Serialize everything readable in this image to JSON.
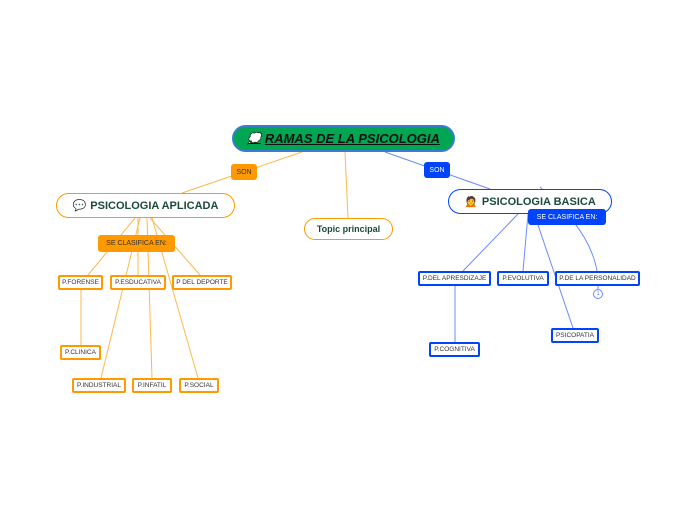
{
  "root": {
    "title": "RAMAS DE LA PSICOLOGIA",
    "icon": "speech-bubble-icon"
  },
  "labels": {
    "son_left": "SON",
    "son_right": "SON",
    "clasifica_left": "SE CLASIFICA EN:",
    "clasifica_right": "SE CLASIFICA EN:"
  },
  "aplicada": {
    "title": "PSICOLOGIA APLICADA",
    "icon": "speech-bubble-icon",
    "children": [
      "P.FORENSE",
      "P.ESDUCATIVA",
      "P DEL DEPORTE",
      "P.CLINICA",
      "P.INDUSTRIAL",
      "P.INFATIL",
      "P.SOCIAL"
    ]
  },
  "topic": {
    "title": "Topic principal"
  },
  "basica": {
    "title": "PSICOLOGIA BASICA",
    "icon": "person-icon",
    "children": [
      "P.DEL APRESDIZAJE",
      "P.EVOLUTIVA",
      "P.DE LA PERSONALIDAD",
      "PSICOPATIA",
      "P.COGNITIVA"
    ],
    "badge": "1"
  },
  "colors": {
    "orange": "#ff9900",
    "blue": "#0044ff",
    "green": "#00a651"
  }
}
